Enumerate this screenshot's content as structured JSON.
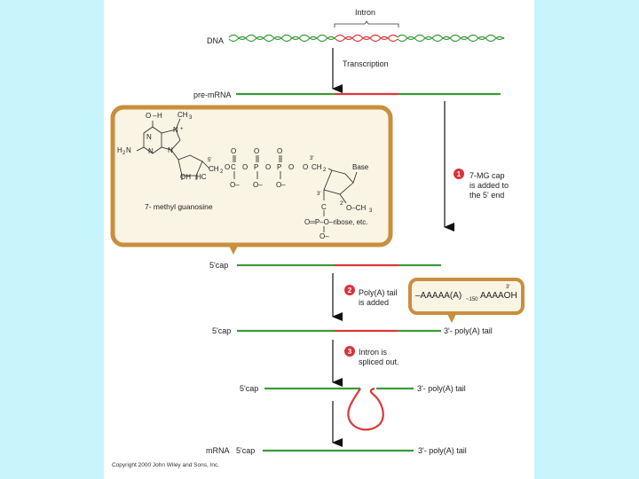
{
  "colors": {
    "background": "#c8f4fc",
    "panel": "#ffffff",
    "exon": "#3a9a3a",
    "intron": "#d93a3a",
    "box_fill": "#faf4e4",
    "box_border": "#c88f3e",
    "step_badge": "#d8323a"
  },
  "dna": {
    "label": "DNA",
    "intron_label": "Intron"
  },
  "transcription": {
    "label": "Transcription"
  },
  "pre_mrna": {
    "label": "pre-mRNA"
  },
  "cap_structure": {
    "caption": "7- methyl guanosine",
    "atoms": {
      "o": "O",
      "h": "H",
      "ch3": "CH",
      "three": "3",
      "n": "N",
      "plus": "+",
      "h2n": "H",
      "two": "2",
      "n_h2": "N",
      "five_prime": "5'",
      "three_prime": "3'",
      "two_prime": "2'",
      "oh": "OH",
      "hc": "HC",
      "ch2": "CH",
      "o_minus": "O–",
      "p": "P",
      "dash": "–",
      "base": "Base",
      "c": "C",
      "o_ch3": "O–CH",
      "o_eq_p": "O═P–O–ribose, etc.",
      "o_eq": "O"
    }
  },
  "steps": [
    {
      "number": "1",
      "text": [
        "7-MG cap",
        "is added to",
        "the 5' end"
      ]
    },
    {
      "number": "2",
      "text": [
        "Poly(A) tail",
        "is added"
      ]
    },
    {
      "number": "3",
      "text": [
        "Intron is",
        "spliced out."
      ]
    }
  ],
  "polya": {
    "sequence": "–AAAAA(A)",
    "subscript": "~150",
    "sequence_end": "AAAAOH",
    "three_prime": "3'"
  },
  "strand_labels": {
    "five_cap": "5'cap",
    "three_polya": "3'- poly(A) tail",
    "mrna": "mRNA",
    "final_three_polya": "3'- poly(A) tail"
  },
  "copyright": "Copyright 2000 John Wiley and Sons, Inc."
}
